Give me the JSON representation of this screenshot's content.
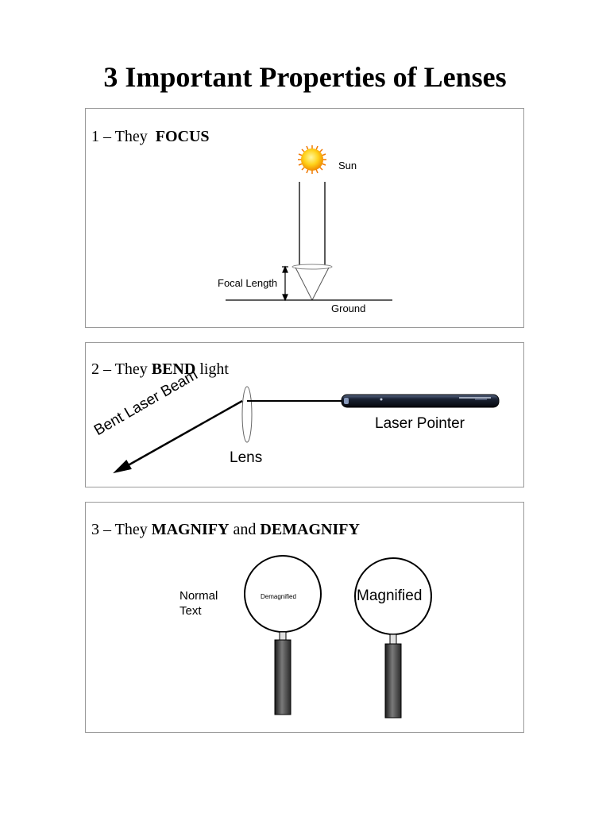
{
  "title": "3 Important Properties of Lenses",
  "panel1": {
    "number": "1 – They",
    "keyword": "FOCUS",
    "sun_label": "Sun",
    "focal_length_label": "Focal Length",
    "ground_label": "Ground"
  },
  "panel2": {
    "number": "2 – They",
    "keyword": "BEND",
    "suffix": "light",
    "beam_label": "Bent Laser Beam",
    "lens_label": "Lens",
    "pointer_label": "Laser Pointer"
  },
  "panel3": {
    "number": "3 – They",
    "keyword1": "MAGNIFY",
    "conjunction": "and",
    "keyword2": "DEMAGNIFY",
    "normal_text_line1": "Normal",
    "normal_text_line2": "Text",
    "demagnified_label": "Demagnified",
    "magnified_label": "Magnified"
  }
}
